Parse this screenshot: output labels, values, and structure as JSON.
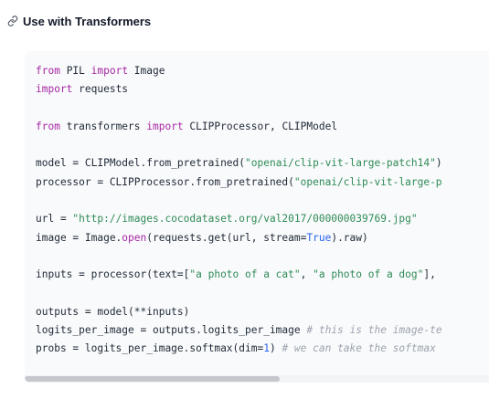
{
  "section": {
    "title": "Use with Transformers",
    "icon": "link-icon"
  },
  "code": {
    "language": "python",
    "lines": [
      [
        {
          "t": "kw",
          "v": "from"
        },
        {
          "t": "p",
          "v": " PIL "
        },
        {
          "t": "kw",
          "v": "import"
        },
        {
          "t": "p",
          "v": " Image"
        }
      ],
      [
        {
          "t": "kw",
          "v": "import"
        },
        {
          "t": "p",
          "v": " requests"
        }
      ],
      [],
      [
        {
          "t": "kw",
          "v": "from"
        },
        {
          "t": "p",
          "v": " transformers "
        },
        {
          "t": "kw",
          "v": "import"
        },
        {
          "t": "p",
          "v": " CLIPProcessor, CLIPModel"
        }
      ],
      [],
      [
        {
          "t": "p",
          "v": "model = CLIPModel.from_pretrained("
        },
        {
          "t": "str",
          "v": "\"openai/clip-vit-large-patch14\""
        },
        {
          "t": "p",
          "v": ")"
        }
      ],
      [
        {
          "t": "p",
          "v": "processor = CLIPProcessor.from_pretrained("
        },
        {
          "t": "str",
          "v": "\"openai/clip-vit-large-p"
        }
      ],
      [],
      [
        {
          "t": "p",
          "v": "url = "
        },
        {
          "t": "str",
          "v": "\"http://images.cocodataset.org/val2017/000000039769.jpg\""
        }
      ],
      [
        {
          "t": "p",
          "v": "image = Image."
        },
        {
          "t": "kw",
          "v": "open"
        },
        {
          "t": "p",
          "v": "(requests.get(url, stream="
        },
        {
          "t": "bi",
          "v": "True"
        },
        {
          "t": "p",
          "v": ").raw)"
        }
      ],
      [],
      [
        {
          "t": "p",
          "v": "inputs = processor(text=["
        },
        {
          "t": "str",
          "v": "\"a photo of a cat\""
        },
        {
          "t": "p",
          "v": ", "
        },
        {
          "t": "str",
          "v": "\"a photo of a dog\""
        },
        {
          "t": "p",
          "v": "],"
        }
      ],
      [],
      [
        {
          "t": "p",
          "v": "outputs = model(**inputs)"
        }
      ],
      [
        {
          "t": "p",
          "v": "logits_per_image = outputs.logits_per_image "
        },
        {
          "t": "cmt",
          "v": "# this is the image-te"
        }
      ],
      [
        {
          "t": "p",
          "v": "probs = logits_per_image.softmax(dim="
        },
        {
          "t": "bi",
          "v": "1"
        },
        {
          "t": "p",
          "v": ") "
        },
        {
          "t": "cmt",
          "v": "# we can take the softmax"
        }
      ]
    ]
  },
  "scrollbar": {
    "horizontal_position_fraction": 0.0,
    "visible_fraction": 0.55
  },
  "colors": {
    "keyword": "#a626a4",
    "string": "#2e8b57",
    "builtin": "#2563eb",
    "comment": "#9ca3af",
    "code_background": "#f9fafb"
  }
}
